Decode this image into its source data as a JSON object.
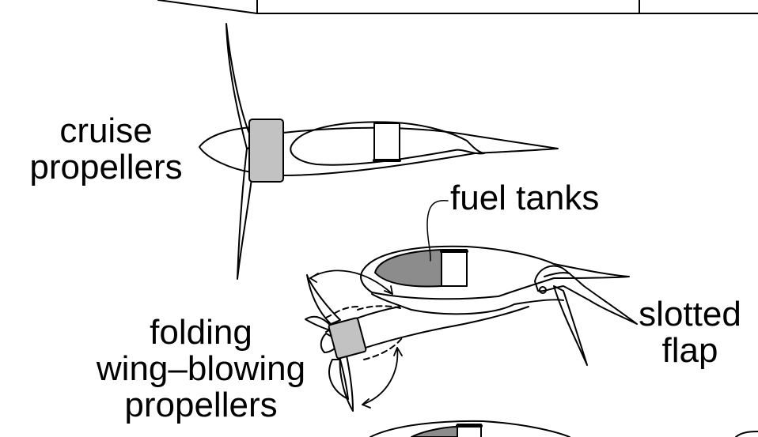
{
  "labels": {
    "cruise": [
      "cruise",
      "propellers"
    ],
    "fuel_tanks": "fuel tanks",
    "slotted_flap": [
      "slotted",
      "flap"
    ],
    "folding": [
      "folding",
      "wing–blowing",
      "propellers"
    ]
  },
  "colors": {
    "line": "#000000",
    "fuel_tank_fill": "#8c8c8c",
    "nacelle_fill": "#c2c2c2",
    "background": "#ffffff"
  }
}
